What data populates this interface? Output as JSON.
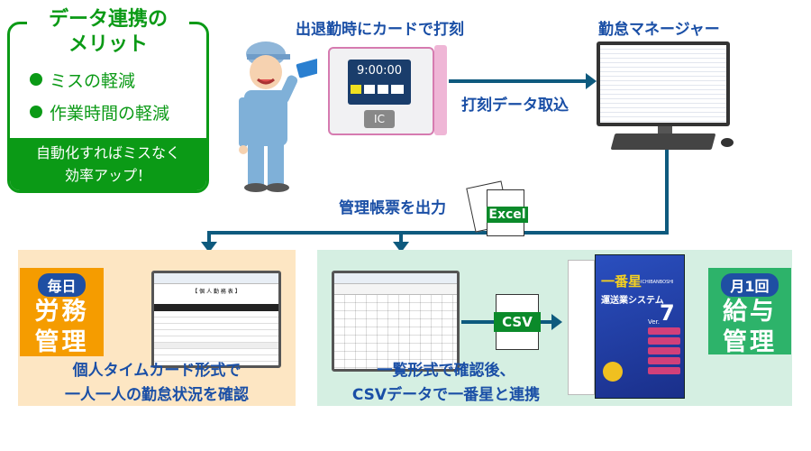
{
  "merit": {
    "title_line1": "データ連携の",
    "title_line2": "メリット",
    "items": [
      "ミスの軽減",
      "作業時間の軽減"
    ],
    "footer_line1": "自動化すればミスなく",
    "footer_line2": "効率アップ！"
  },
  "step_card": {
    "label": "出退勤時にカードで打刻",
    "device_time": "9:00:00",
    "device_ic": "IC"
  },
  "step_manager": {
    "label": "勤怠マネージャー"
  },
  "arrow_import": {
    "label": "打刻データ取込"
  },
  "arrow_output": {
    "label": "管理帳票を出力",
    "file_tag": "Excel"
  },
  "left_panel": {
    "badge": "毎日",
    "title_line1": "労務",
    "title_line2": "管理",
    "sheet_title": "【 個 人 勤 務 表 】",
    "caption_line1": "個人タイムカード形式で",
    "caption_line2": "一人一人の勤怠状況を確認"
  },
  "right_panel": {
    "badge": "月1回",
    "title_line1": "給与",
    "title_line2": "管理",
    "file_tag": "CSV",
    "product_name": "一番星",
    "product_sub": "ICHIBANBOSHI",
    "product_title": "運送業システム",
    "product_version": "7",
    "product_ver_label": "Ver.",
    "caption_line1": "一覧形式で確認後、",
    "caption_line2": "CSVデータで一番星と連携"
  },
  "colors": {
    "green": "#0b9a16",
    "blue": "#1a4fa6",
    "arrow": "#0e5a7e",
    "orange": "#f59c00",
    "teal_green": "#2db36a"
  }
}
